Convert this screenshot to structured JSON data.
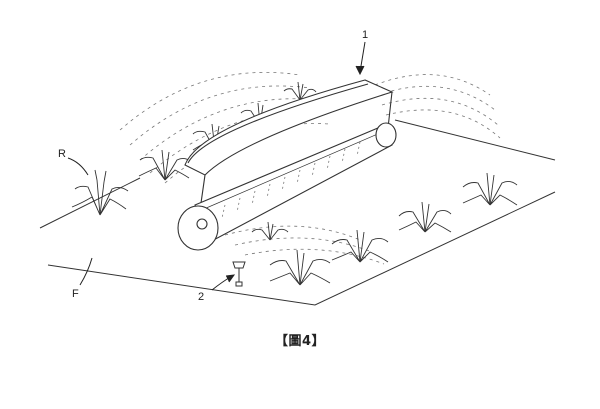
{
  "labels": {
    "ref_1": "1",
    "ref_2": "2",
    "ref_R": "R",
    "ref_F": "F"
  },
  "caption": "【圖4】",
  "colors": {
    "line": "#333333",
    "spray": "#7a7a7a",
    "background": "#ffffff"
  },
  "icons": {
    "sprinkler_unit": "water-sprinkler-device",
    "sensor": "soil-sensor-probe",
    "plants": "crop-plant"
  }
}
